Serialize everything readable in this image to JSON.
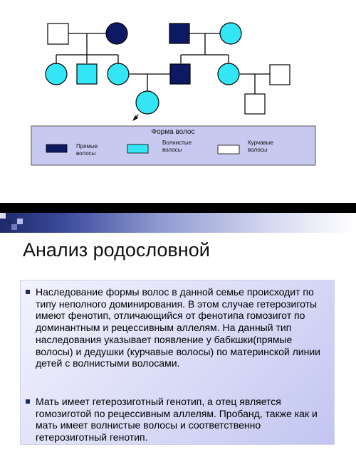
{
  "legend": {
    "title": "Форма волос",
    "items": [
      {
        "label_line1": "Прямые",
        "label_line2": "волосы",
        "color": "#0d1a63"
      },
      {
        "label_line1": "Волнистые",
        "label_line2": "волосы",
        "color": "#33e5f5"
      },
      {
        "label_line1": "Курчавые",
        "label_line2": "волосы",
        "color": "#ffffff"
      }
    ]
  },
  "slide": {
    "title": "Анализ родословной",
    "paragraph1": "Наследование формы волос в данной семье происходит по типу неполного доминирования. В этом случае гетерозиготы имеют фенотип, отличающийся от фенотипа гомозигот по доминантным и рецессивным аллелям. На данный тип наследования указывает появление у бабкшки(прямые волосы) и дедушки (курчавые волосы) по материнской линии детей с волнистыми волосами.",
    "paragraph2": "Мать имеет гетерозиготный генотип, а отец является гомозиготой по рецессивным аллелям. Пробанд, также как и мать имеет волнистые волосы и соответственно гетерозиготный генотип."
  }
}
